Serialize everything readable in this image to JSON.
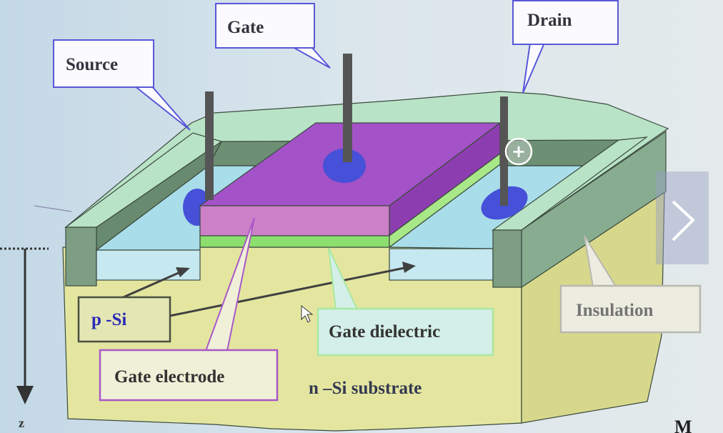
{
  "slide": {
    "labels": {
      "gate": "Gate",
      "drain": "Drain",
      "source": "Source",
      "p_si": "p -Si",
      "gate_dielectric": "Gate dielectric",
      "insulation": "Insulation",
      "gate_electrode": "Gate electrode",
      "substrate": "n –Si substrate",
      "z_axis": "z"
    },
    "logo_fragment": "M"
  },
  "viewer": {
    "zoom_button": {
      "icon": "zoom-in-plus-icon",
      "symbol": "+"
    },
    "next_button": {
      "icon": "chevron-right-icon"
    }
  },
  "colors": {
    "gate_top": "#a452c8",
    "gate_front": "#cc80c8",
    "gate_side": "#8c3eb0",
    "dielectric": "#8cde6e",
    "well": "#a9dde9",
    "well_front": "#c6e8f0",
    "substrate": "#e4e6a0",
    "substrate_side": "#d8d88c",
    "insulation_top": "#b9e3c6",
    "insulation_face": "#7e9e84",
    "contact": "#4650d8",
    "pin": "#555555"
  }
}
